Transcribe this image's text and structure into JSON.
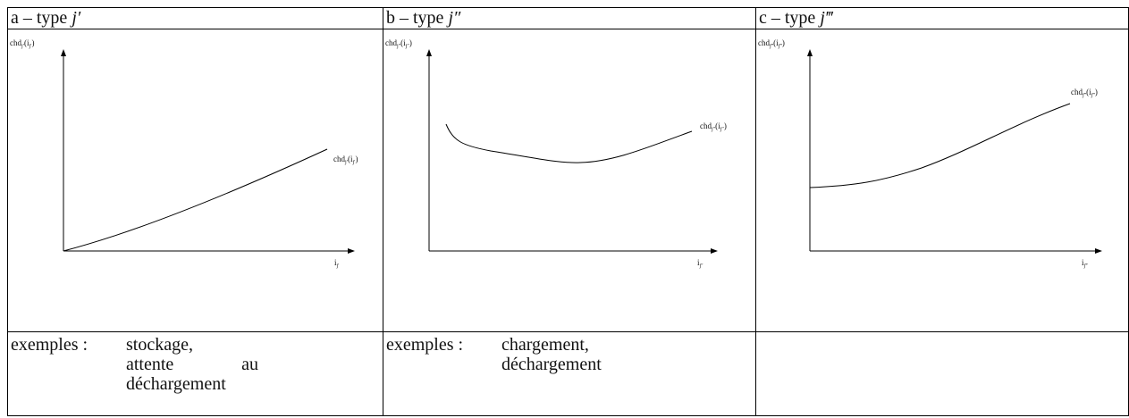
{
  "panels": [
    {
      "title_prefix": "a – type ",
      "title_var": "j′",
      "y_label": "chd",
      "y_label_sub": "j′",
      "y_label_arg": "(i",
      "y_label_arg_sub": "j′",
      "curve_label": "chd",
      "curve_label_sub": "j′",
      "curve_label_arg": "(i",
      "curve_label_arg_sub": "j′",
      "x_label": "i",
      "x_label_sub": "j′",
      "example_label": "exemples :",
      "example_line1": "stockage,",
      "example_line2a": "attente",
      "example_line2b": "au",
      "example_line3": "déchargement"
    },
    {
      "title_prefix": "b – type ",
      "title_var": "j″",
      "y_label": "chd",
      "y_label_sub": "j″",
      "y_label_arg": "(i",
      "y_label_arg_sub": "j″",
      "curve_label": "chd",
      "curve_label_sub": "j″",
      "curve_label_arg": "(i",
      "curve_label_arg_sub": "j″",
      "x_label": "i",
      "x_label_sub": "j″",
      "example_label": "exemples :",
      "example_line1": "chargement,",
      "example_line2": "déchargement"
    },
    {
      "title_prefix": "c – type ",
      "title_var": "j‴",
      "y_label": "chd",
      "y_label_sub": "j‴",
      "y_label_arg": "(i",
      "y_label_arg_sub": "j‴",
      "curve_label": "chd",
      "curve_label_sub": "j‴",
      "curve_label_arg": "(i",
      "curve_label_arg_sub": "j‴",
      "x_label": "i",
      "x_label_sub": "j‴"
    }
  ],
  "closing_paren": ")",
  "colors": {
    "line": "#000000",
    "background": "#ffffff"
  }
}
